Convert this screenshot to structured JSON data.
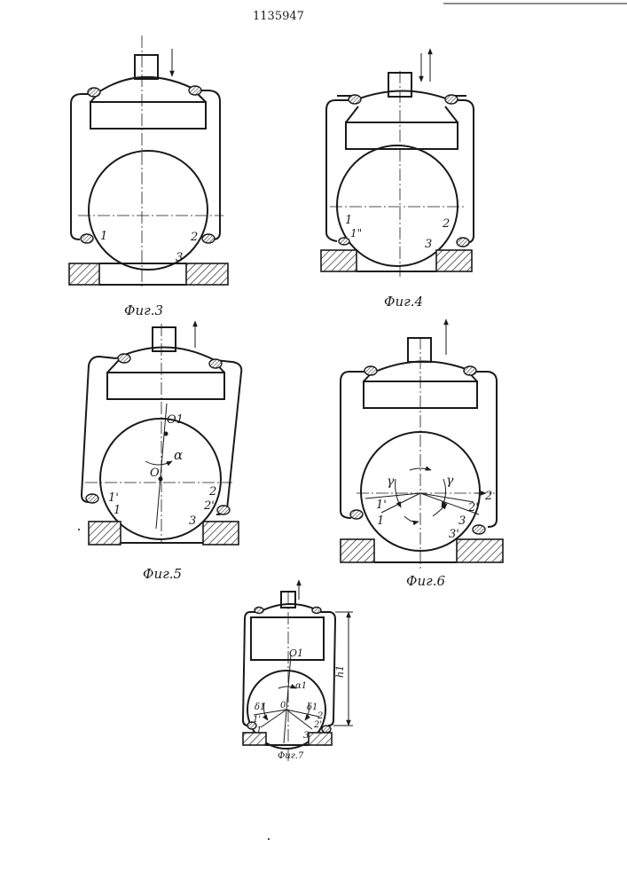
{
  "patent_number": "1135947",
  "figures": [
    {
      "caption": "Фиг.3",
      "labels": {
        "p1": "1",
        "p2": "2",
        "p3": "3"
      }
    },
    {
      "caption": "Фиг.4",
      "labels": {
        "p1": "1",
        "p1b": "1\"",
        "p2": "2",
        "p3": "3"
      }
    },
    {
      "caption": "Фиг.5",
      "labels": {
        "o1": "O1",
        "o": "O",
        "alpha": "α",
        "p1p": "1'",
        "p1": "1",
        "p2": "2",
        "p2p": "2'",
        "p3": "3"
      }
    },
    {
      "caption": "Фиг.6",
      "labels": {
        "gamma_l": "γ",
        "gamma_r": "γ",
        "p1p": "1'",
        "p1": "1",
        "p2": "2",
        "p2p": "2'",
        "p3": "3",
        "p3p": "3'"
      }
    },
    {
      "caption": "Фиг.7",
      "labels": {
        "o1": "O1",
        "o": "0",
        "alpha1": "α1",
        "h1": "h1",
        "d1l": "δ1",
        "d1r": "δ1",
        "p1p": "1'",
        "p1": "1",
        "p2": "2",
        "p2p": "2'",
        "p3": "3"
      }
    }
  ]
}
